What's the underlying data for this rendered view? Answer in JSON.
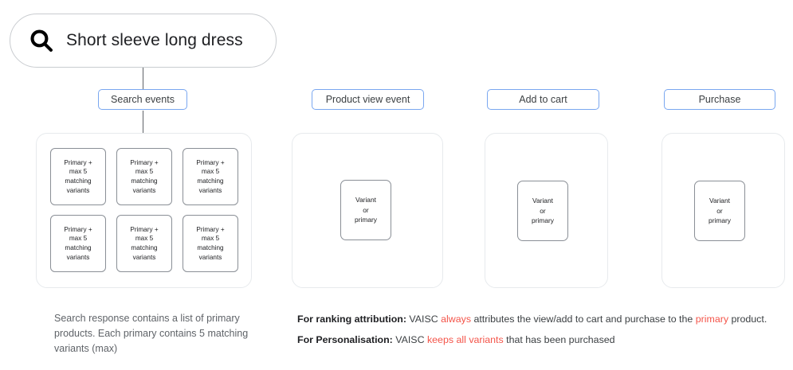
{
  "search": {
    "query": "Short sleeve long dress",
    "icon": "search-icon"
  },
  "events": {
    "search": "Search events",
    "product_view": "Product view event",
    "add_to_cart": "Add to cart",
    "purchase": "Purchase"
  },
  "cards": {
    "primary_variant": "Primary +\nmax 5\nmatching\nvariants",
    "variant_or_primary": "Variant\nor\nprimary",
    "search_results_count": 6
  },
  "captions": {
    "left": "Search response contains a list of primary products. Each primary contains 5 matching variants (max)"
  },
  "notes": [
    {
      "label": "For ranking attribution:",
      "parts": [
        {
          "text": " VAISC ",
          "highlight": false
        },
        {
          "text": "always",
          "highlight": true
        },
        {
          "text": " attributes the view/add to cart and purchase to the ",
          "highlight": false
        },
        {
          "text": "primary",
          "highlight": true
        },
        {
          "text": " product.",
          "highlight": false
        }
      ]
    },
    {
      "label": "For Personalisation:",
      "parts": [
        {
          "text": " VAISC ",
          "highlight": false
        },
        {
          "text": "keeps all variants",
          "highlight": true
        },
        {
          "text": " that has been purchased",
          "highlight": false
        }
      ]
    }
  ],
  "colors": {
    "accent_blue": "#7aa7f0",
    "highlight_red": "#f4554a",
    "panel_border": "#e7eaed",
    "card_border": "#8a8f96",
    "connector": "#5f6368"
  }
}
